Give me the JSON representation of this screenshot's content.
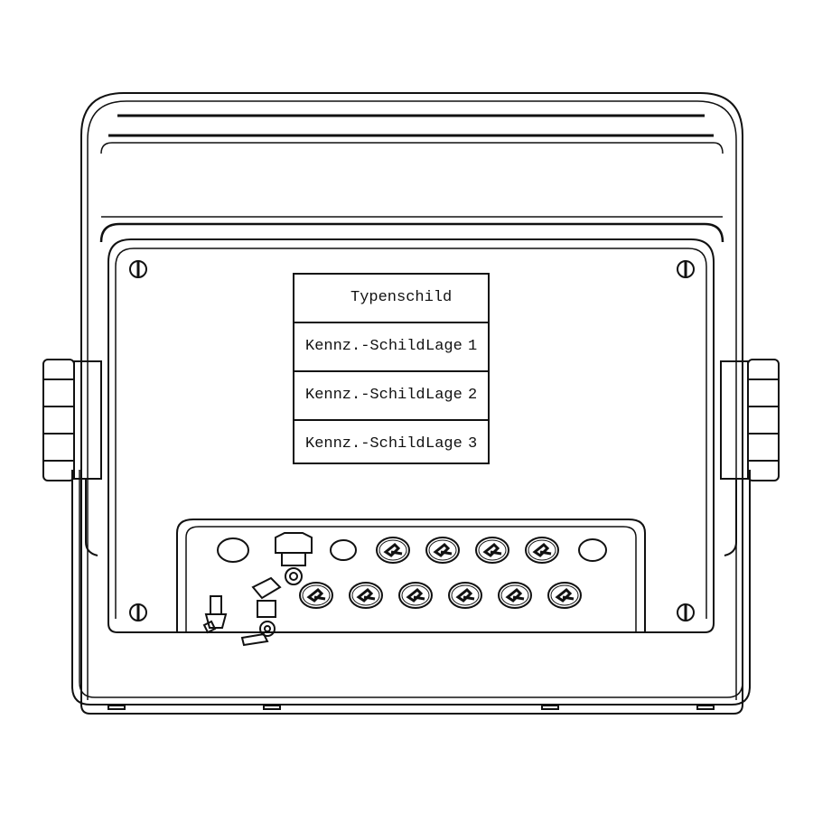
{
  "plate": {
    "title": "Typenschild",
    "rows": [
      {
        "base": "Kennz.-Schild",
        "overlay": "Lage",
        "num": "1"
      },
      {
        "base": "Kennz.-Schild",
        "overlay": "Lage",
        "num": "2"
      },
      {
        "base": "Kennz.-Schild",
        "overlay": "Lage",
        "num": "3"
      }
    ]
  },
  "colors": {
    "line": "#111111",
    "background": "#ffffff"
  }
}
